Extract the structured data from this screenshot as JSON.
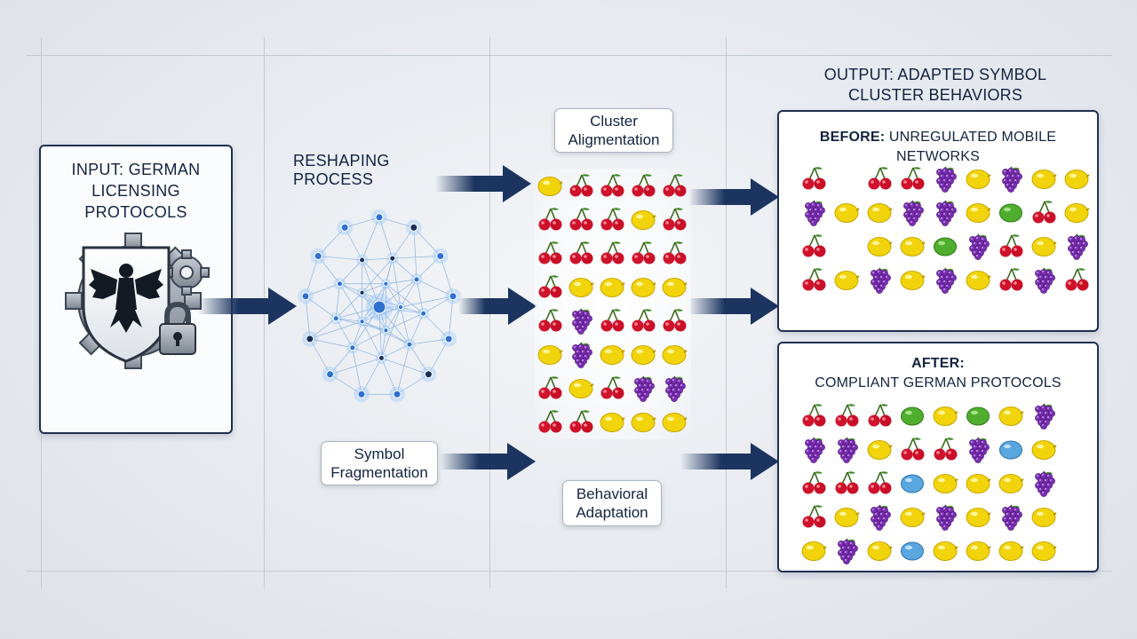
{
  "input_panel": {
    "title_line1": "INPUT: GERMAN",
    "title_line2": "LICENSING PROTOCOLS"
  },
  "process": {
    "title": "RESHAPING PROCESS",
    "cluster_line1": "Cluster",
    "cluster_line2": "Aligmentation",
    "fragment_line1": "Symbol",
    "fragment_line2": "Fragmentation",
    "behavior_line1": "Behavioral",
    "behavior_line2": "Adaptation"
  },
  "output": {
    "title_line1": "OUTPUT: ADAPTED SYMBOL",
    "title_line2": "CLUSTER BEHAVIORS",
    "before_label": "BEFORE:",
    "before_text": " UNREGULATED MOBILE NETWORKS",
    "after_line1": "AFTER:",
    "after_line2": "COMPLIANT GERMAN PROTOCOLS"
  },
  "colors": {
    "navy": "#1f3052",
    "arrow": "#1c3560",
    "node_blue": "#2f6fd0"
  },
  "symbols": {
    "center": [
      [
        "lemon",
        "cherry",
        "cherry",
        "cherry",
        "cherry"
      ],
      [
        "cherry",
        "cherry",
        "cherry",
        "lemon",
        "cherry"
      ],
      [
        "cherry",
        "cherry",
        "cherry",
        "cherry",
        "cherry"
      ],
      [
        "cherry",
        "lemon",
        "lemon",
        "lemon",
        "lemon"
      ],
      [
        "cherry",
        "grape",
        "cherry",
        "cherry",
        "cherry"
      ],
      [
        "lemon",
        "grape",
        "lemon",
        "lemon",
        "lemon"
      ],
      [
        "cherry",
        "lemon",
        "cherry",
        "grape",
        "grape"
      ],
      [
        "cherry",
        "cherry",
        "lemon",
        "lemon",
        "lemon"
      ]
    ],
    "before": [
      [
        "cherry",
        "",
        "cherry",
        "cherry",
        "grape",
        "lemon",
        "grape",
        "lemon",
        "lemon"
      ],
      [
        "grape",
        "lemon",
        "lemon",
        "grape",
        "grape",
        "lemon",
        "lime",
        "cherry",
        "lemon"
      ],
      [
        "cherry",
        "",
        "lemon",
        "lemon",
        "lime",
        "grape",
        "cherry",
        "lemon",
        "grape"
      ],
      [
        "cherry",
        "lemon",
        "grape",
        "lemon",
        "grape",
        "lemon",
        "cherry",
        "grape",
        "cherry"
      ]
    ],
    "after": [
      [
        "cherry",
        "cherry",
        "cherry",
        "lime",
        "lemon",
        "lime",
        "lemon",
        "grape",
        ""
      ],
      [
        "grape",
        "grape",
        "lemon",
        "cherry",
        "cherry",
        "grape",
        "blue",
        "lemon",
        ""
      ],
      [
        "cherry",
        "cherry",
        "cherry",
        "blue",
        "lemon",
        "lemon",
        "lemon",
        "grape",
        ""
      ],
      [
        "cherry",
        "lemon",
        "grape",
        "lemon",
        "grape",
        "lemon",
        "grape",
        "lemon",
        ""
      ],
      [
        "lemon",
        "grape",
        "lemon",
        "blue",
        "lemon",
        "lemon",
        "lemon",
        "lemon",
        ""
      ]
    ]
  }
}
